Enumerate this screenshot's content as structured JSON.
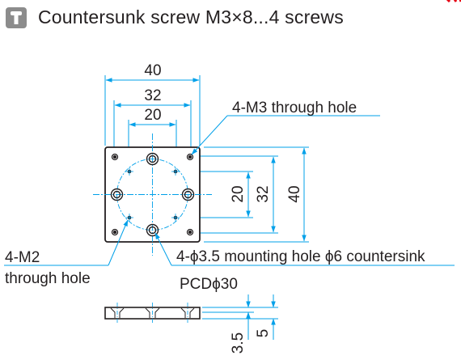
{
  "header": {
    "title": "Countersunk screw M3×8...4 screws",
    "icon": "screw-icon"
  },
  "drawing": {
    "dim_top_outer": "40",
    "dim_top_middle": "32",
    "dim_top_inner": "20",
    "dim_right_inner": "20",
    "dim_right_middle": "32",
    "dim_right_outer": "40",
    "label_m3": "4-M3 through hole",
    "label_m2_line1": "4-M2",
    "label_m2_line2": "through hole",
    "label_mounting": "4-ϕ3.5 mounting hole ϕ6 countersink",
    "label_pcd": "PCDϕ30",
    "dim_side_35": "3.5",
    "dim_side_5": "5",
    "line_color": "#00a0e9",
    "accent_color": "#e60012"
  }
}
